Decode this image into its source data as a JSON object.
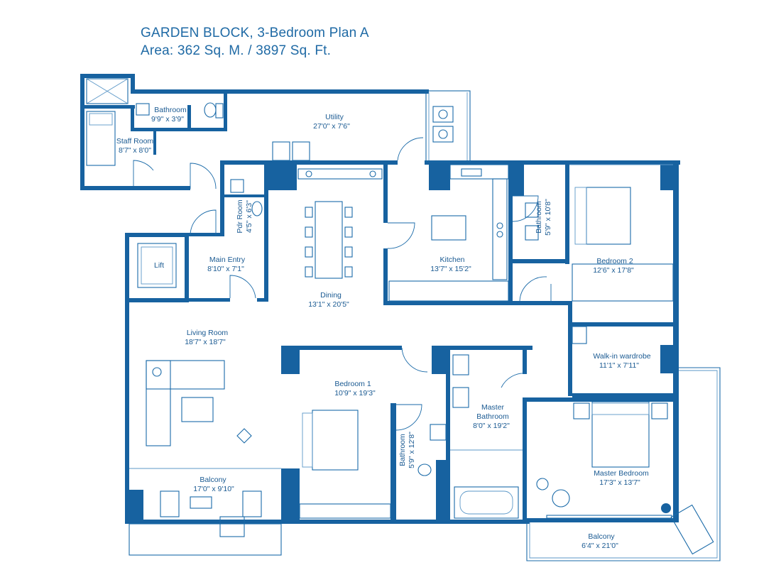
{
  "header": {
    "title": "GARDEN BLOCK, 3-Bedroom Plan A",
    "area": "Area:  362 Sq. M. / 3897 Sq. Ft."
  },
  "rooms": {
    "bathroom_staff": {
      "name": "Bathroom",
      "size": "9'9\" x 3'9\""
    },
    "staff_room": {
      "name": "Staff Room",
      "size": "8'7\" x 8'0\""
    },
    "utility": {
      "name": "Utility",
      "size": "27'0\" x 7'6\""
    },
    "pdr_room": {
      "name": "Pdr Room",
      "size": "4'5\" x 6'3\""
    },
    "lift": {
      "name": "Lift"
    },
    "main_entry": {
      "name": "Main Entry",
      "size": "8'10\" x 7'1\""
    },
    "dining": {
      "name": "Dining",
      "size": "13'1\" x 20'5\""
    },
    "kitchen": {
      "name": "Kitchen",
      "size": "13'7\" x 15'2\""
    },
    "bathroom_2": {
      "name": "Bathroom",
      "size": "5'9\" x 10'8\""
    },
    "bedroom_2": {
      "name": "Bedroom 2",
      "size": "12'6\" x 17'8\""
    },
    "living_room": {
      "name": "Living Room",
      "size": "18'7\" x 18'7\""
    },
    "bedroom_1": {
      "name": "Bedroom 1",
      "size": "10'9\" x 19'3\""
    },
    "bathroom_1": {
      "name": "Bathroom",
      "size": "5'9\" x 12'8\""
    },
    "master_bathroom": {
      "name": "Master",
      "name2": "Bathroom",
      "size": "8'0\" x 19'2\""
    },
    "walk_in_wardrobe": {
      "name": "Walk-in wardrobe",
      "size": "11'1\" x 7'11\""
    },
    "master_bedroom": {
      "name": "Master Bedroom",
      "size": "17'3\" x 13'7\""
    },
    "balcony_living": {
      "name": "Balcony",
      "size": "17'0\" x 9'10\""
    },
    "balcony_master": {
      "name": "Balcony",
      "size": "6'4\" x 21'0\""
    }
  },
  "colors": {
    "wall": "#1762a0",
    "text": "#1a5a92",
    "title": "#1f6aa5"
  }
}
